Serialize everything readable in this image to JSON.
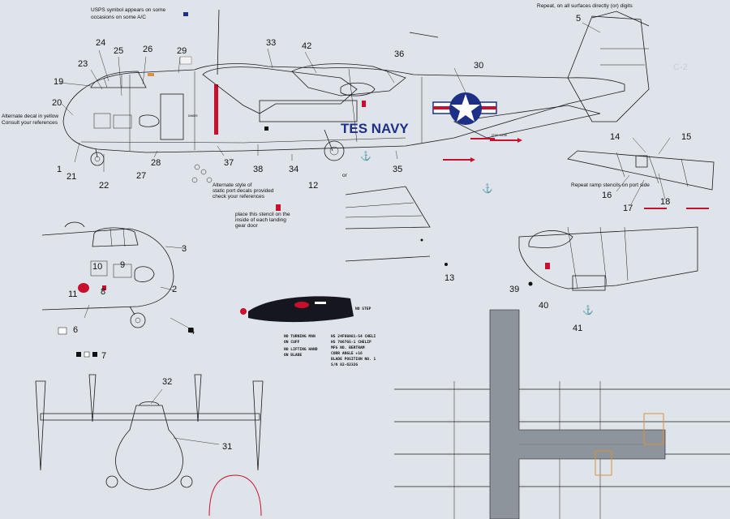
{
  "notes": {
    "usps": "USPS symbol appears on some",
    "usps2": "occasions on some A/C",
    "alt_decal": "Alternate decal in yellow",
    "alt_decal2": "Consult your references",
    "alt_static": "Alternate style of",
    "alt_static2": "static port decals provided",
    "alt_static3": "check your references",
    "stencil_gear": "place this stencil on the",
    "stencil_gear2": "inside of each landing",
    "stencil_gear3": "gear door",
    "ramp": "Repeat ramp stencils on port side",
    "top_right": "Repeat, on all surfaces directly (or) digits",
    "or": "or"
  },
  "markings": {
    "navy": "TES NAVY",
    "danger": "DANGER",
    "step_clear": "STEP CLEAR",
    "no_step": "NO STEP",
    "prop_no_turning": "NO TURNING MAN",
    "prop_on_cuff": "ON CUFF",
    "prop_no_lifting": "NO LIFTING HAND",
    "prop_on_blade": "ON BLADE",
    "prop_info1": "HS 24F60A81-S4 CHELI",
    "prop_info2": "HS 7067G5-1 CHELIP",
    "prop_info3": "MFG NO. BERTRAM",
    "prop_info4": "CORR ANGLE +16",
    "prop_info5": "BLADE POSITION NO. 1",
    "prop_info6": "S/N 82-6232G"
  },
  "callouts": [
    "1",
    "2",
    "3",
    "4",
    "5",
    "6",
    "7",
    "8",
    "9",
    "10",
    "11",
    "12",
    "13",
    "14",
    "15",
    "16",
    "17",
    "18",
    "19",
    "20",
    "21",
    "22",
    "23",
    "24",
    "25",
    "26",
    "27",
    "28",
    "29",
    "30",
    "31",
    "32",
    "33",
    "34",
    "35",
    "36",
    "37",
    "38",
    "39",
    "40",
    "41",
    "42"
  ],
  "colors": {
    "background": "#dfe4ea",
    "roundel_blue": "#1d2f86",
    "insignia_red": "#c8102e",
    "prop_black": "#15161e",
    "panel_grey": "#8e949c",
    "door_orange": "#d8913c"
  }
}
